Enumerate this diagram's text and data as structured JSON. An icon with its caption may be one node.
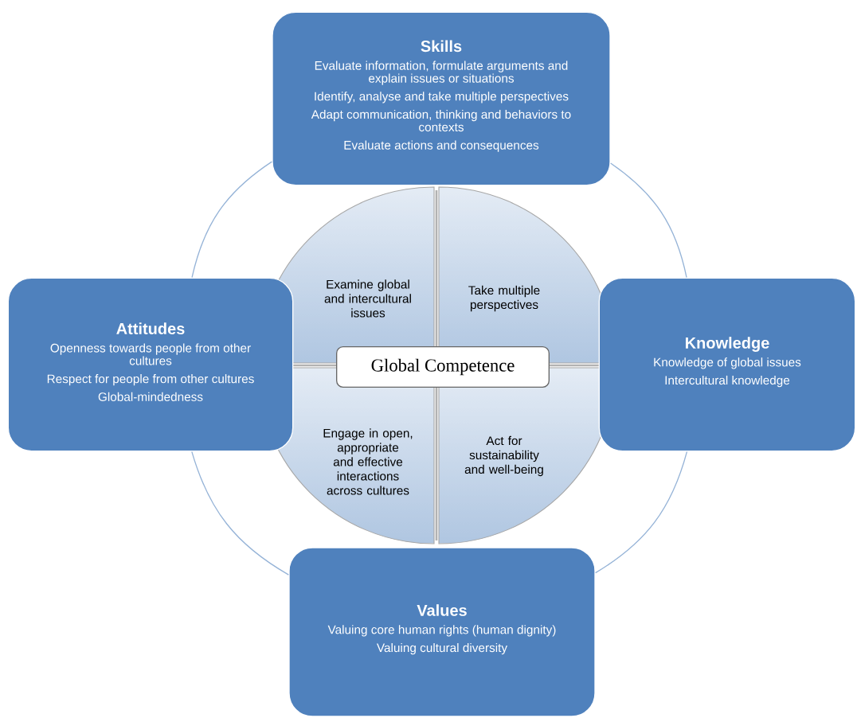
{
  "diagram": {
    "nodes": [
      {
        "text": [
          "Skills",
          "Evaluate information, formulate arguments and explain issues or situations",
          "Identify, analyse and take multiple perspectives",
          "Adapt communication, thinking and behaviors to contexts",
          "Evaluate actions and consequences"
        ]
      },
      {
        "text": [
          "Attitudes",
          "Openness towards people from other cultures",
          "Respect for people from other cultures",
          "Global-mindedness"
        ]
      },
      {
        "text": [
          "Knowledge",
          "Knowledge of global issues",
          "Intercultural knowledge"
        ]
      },
      {
        "text": [
          "Values",
          "Valuing core human rights (human dignity)",
          "Valuing cultural diversity"
        ]
      },
      {
        "text": [
          "Examine global and intercultural issues"
        ]
      },
      {
        "text": [
          "Take multiple perspectives"
        ]
      },
      {
        "text": [
          "Engage in open, appropriate and effective interactions across cultures"
        ]
      },
      {
        "text": [
          "Act for sustainability and well-being"
        ]
      },
      {
        "text": [
          "Global Competence"
        ]
      }
    ],
    "edges": [
      {
        "from": 0,
        "to": 2,
        "arrow": "none"
      },
      {
        "from": 2,
        "to": 3,
        "arrow": "none"
      },
      {
        "from": 3,
        "to": 1,
        "arrow": "none"
      },
      {
        "from": 1,
        "to": 0,
        "arrow": "none"
      }
    ]
  }
}
